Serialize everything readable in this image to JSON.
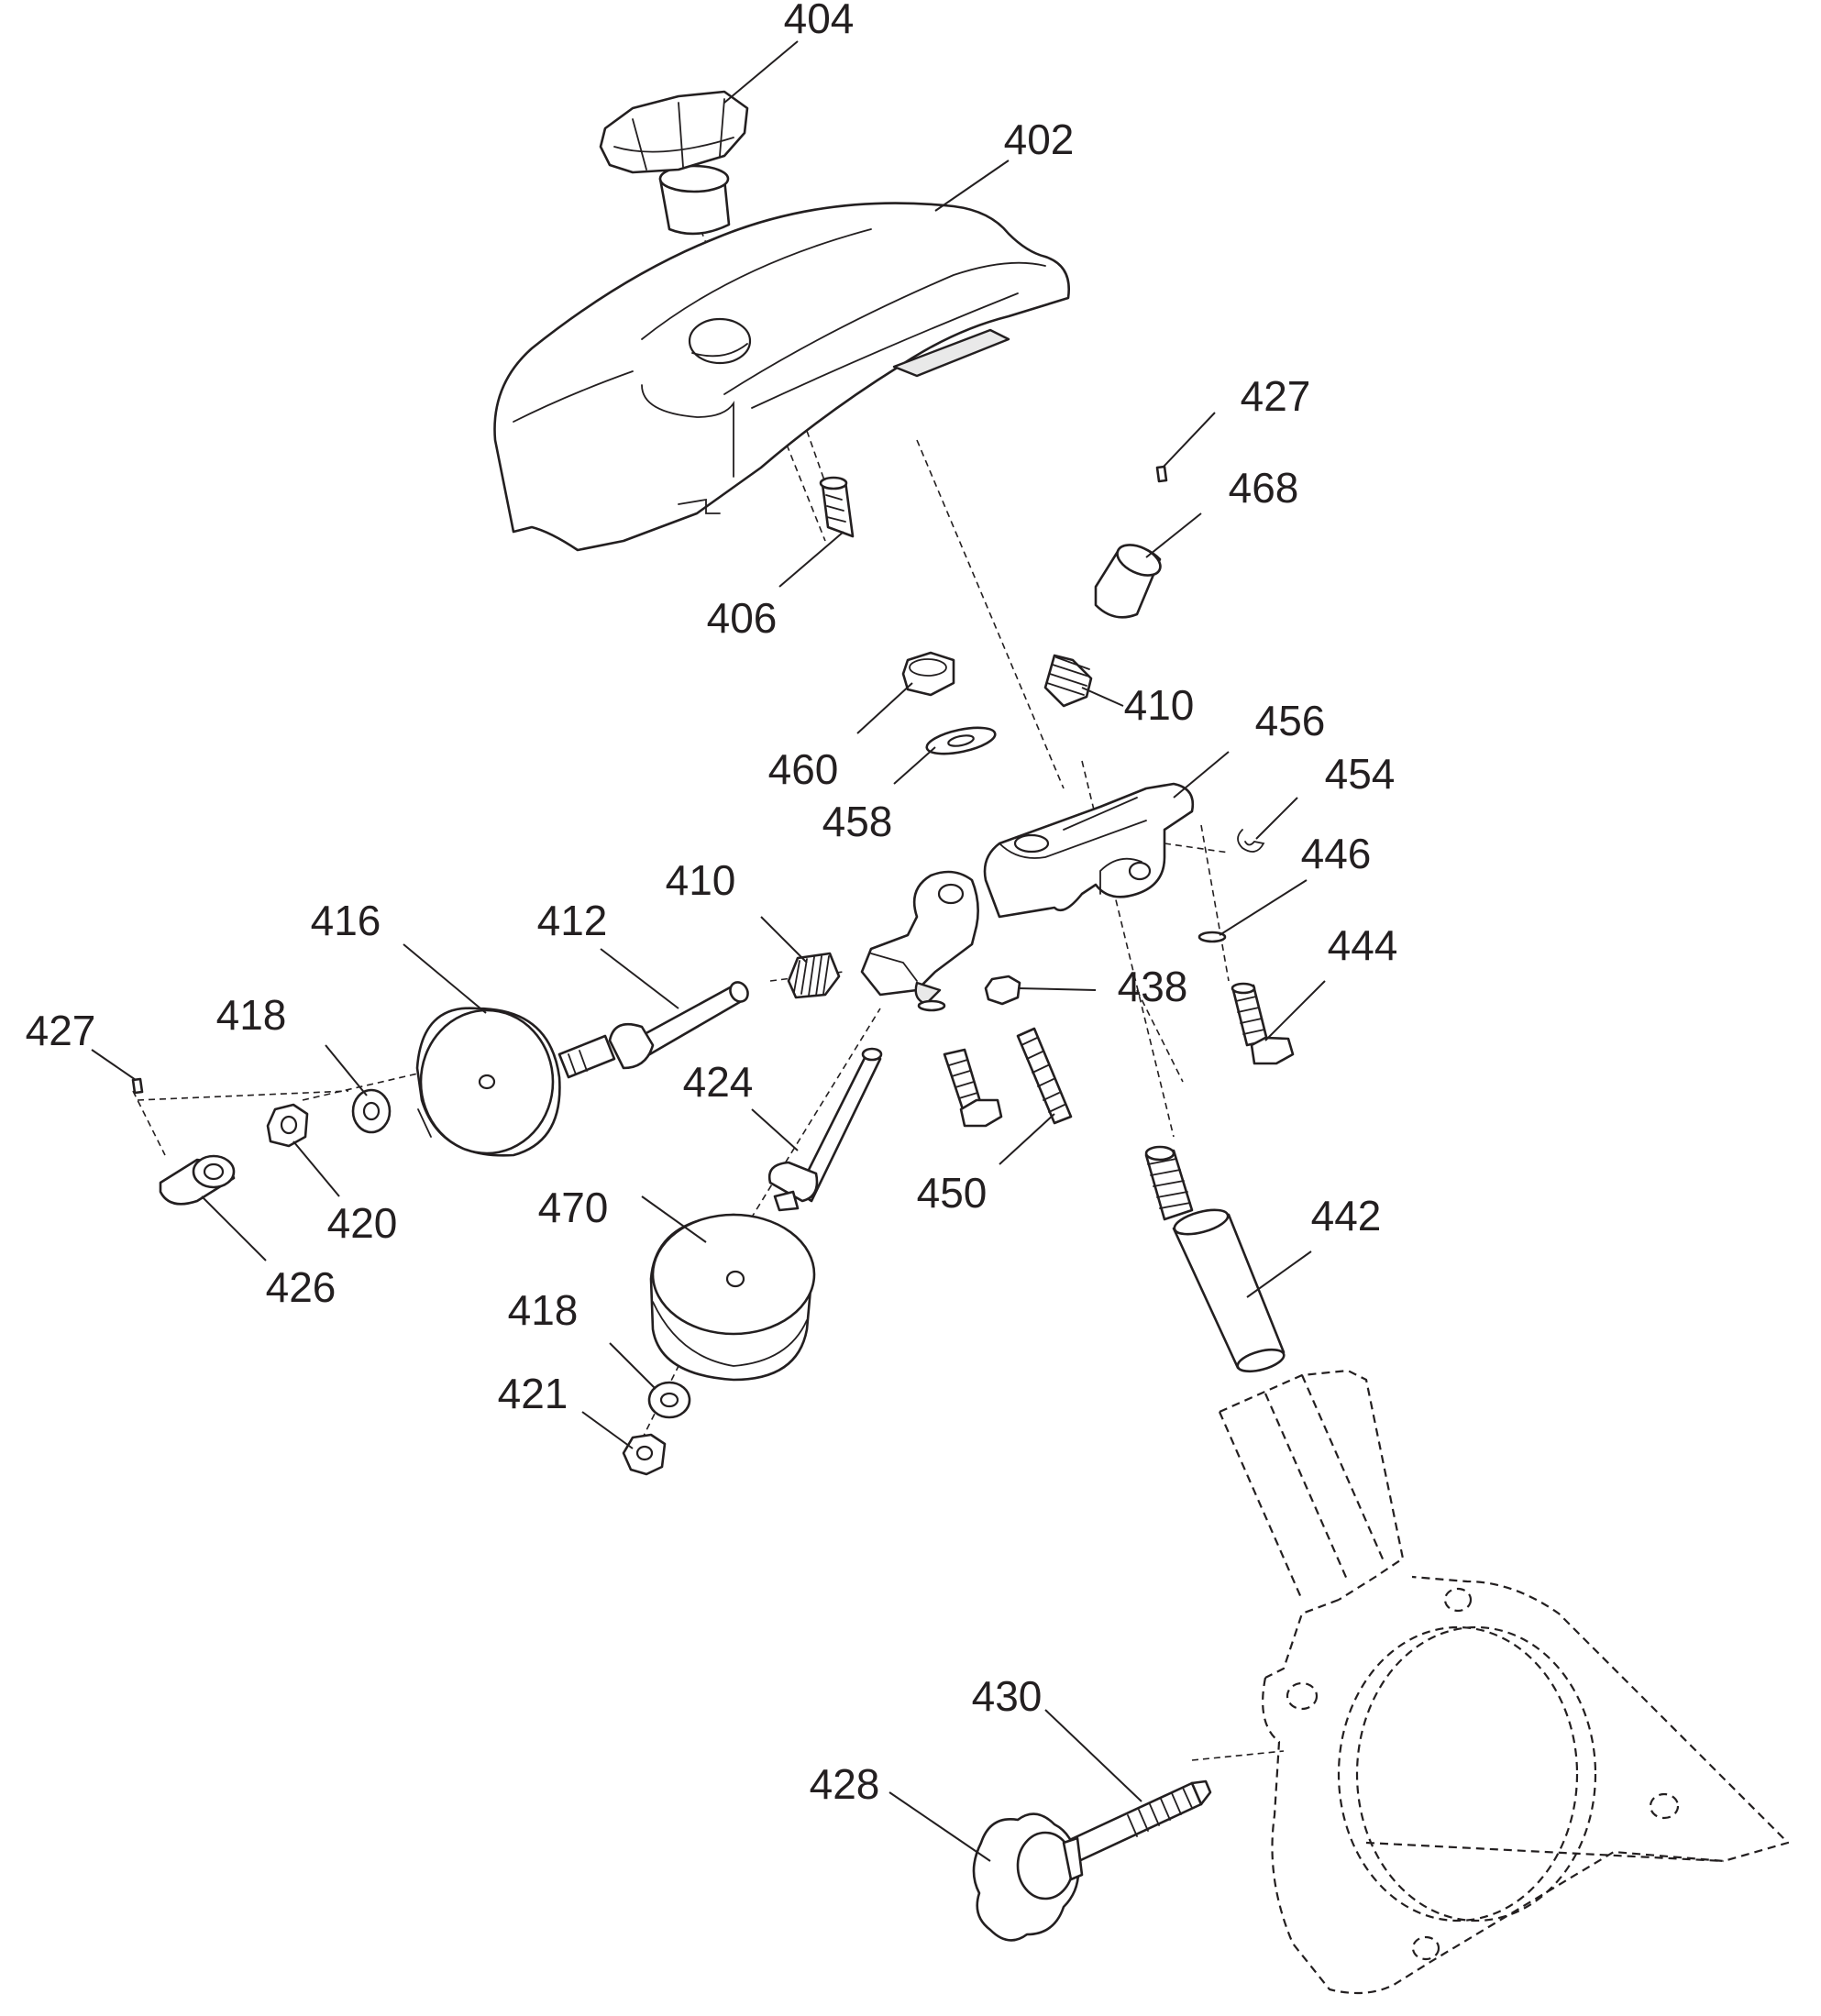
{
  "callouts": {
    "c404": "404",
    "c402": "402",
    "c427a": "427",
    "c468": "468",
    "c406": "406",
    "c410a": "410",
    "c456": "456",
    "c460": "460",
    "c454": "454",
    "c458": "458",
    "c446": "446",
    "c410b": "410",
    "c416": "416",
    "c412": "412",
    "c444": "444",
    "c438": "438",
    "c427b": "427",
    "c418a": "418",
    "c424": "424",
    "c450": "450",
    "c442": "442",
    "c420": "420",
    "c470": "470",
    "c426": "426",
    "c418b": "418",
    "c421": "421",
    "c430": "430",
    "c428": "428"
  }
}
